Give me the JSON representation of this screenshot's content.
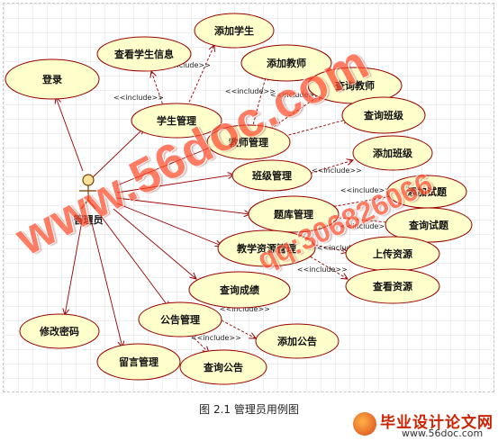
{
  "actor": {
    "label": "管理员"
  },
  "use_cases": {
    "login": "登录",
    "student_mgmt": "学生管理",
    "view_student_info": "查看学生信息",
    "add_student": "添加学生",
    "teacher_mgmt": "教师管理",
    "add_teacher": "添加教师",
    "query_teacher": "查询教师",
    "query_class": "查询班级",
    "class_mgmt": "班级管理",
    "add_class": "添加班级",
    "add_question": "添加试题",
    "question_bank_mgmt": "题库管理",
    "query_question": "查询试题",
    "resource_mgmt": "教学资源管理",
    "upload_resource": "上传资源",
    "view_resource": "查看资源",
    "query_grades": "查询成绩",
    "notice_mgmt": "公告管理",
    "add_notice": "添加公告",
    "query_notice": "查询公告",
    "change_password": "修改密码",
    "message_mgmt": "留言管理"
  },
  "stereotype": "<<include>>",
  "caption": "图 2.1 管理员用例图",
  "watermark": {
    "url": "www.56doc.com",
    "qq": "qq:306826066"
  },
  "logo": {
    "name": "毕业设计论文网",
    "site": "www.56doc.com"
  },
  "colors": {
    "usecase_fill": "#ffffcc",
    "usecase_stroke": "#990000",
    "line": "#990000",
    "watermark": "#ff4a2a",
    "logo": "#cc2200"
  }
}
